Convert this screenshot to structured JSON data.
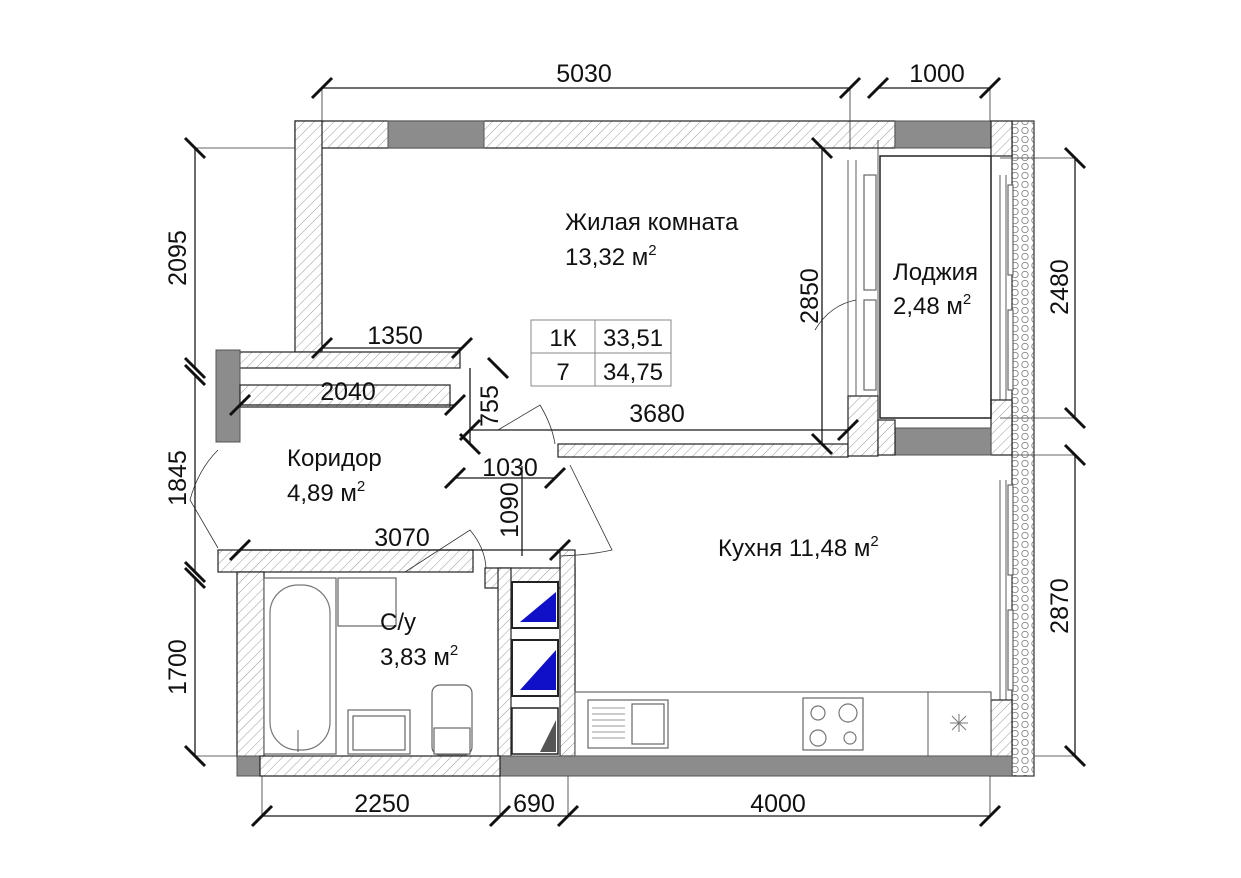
{
  "rooms": {
    "living": {
      "name": "Жилая комната",
      "area": "13,32 м",
      "sup": "2"
    },
    "loggia": {
      "name": "Лоджия",
      "area": "2,48 м",
      "sup": "2"
    },
    "corridor": {
      "name": "Коридор",
      "area": "4,89 м",
      "sup": "2"
    },
    "bathroom": {
      "name": "С/у",
      "area": "3,83 м",
      "sup": "2"
    },
    "kitchen": {
      "name": "Кухня 11,48 м",
      "sup": "2"
    }
  },
  "summary": {
    "type": "1К",
    "number": "7",
    "area_living": "33,51",
    "area_total": "34,75"
  },
  "dimensions": {
    "top_5030": "5030",
    "top_1000": "1000",
    "left_2095": "2095",
    "left_1845": "1845",
    "left_1700": "1700",
    "inner_1350": "1350",
    "inner_2040": "2040",
    "inner_755": "755",
    "inner_3680": "3680",
    "inner_2850": "2850",
    "inner_1030": "1030",
    "inner_1090": "1090",
    "inner_3070": "3070",
    "right_2480": "2480",
    "right_2870": "2870",
    "bottom_2250": "2250",
    "bottom_690": "690",
    "bottom_4000": "4000"
  },
  "colors": {
    "accent_blue": "#1010c8",
    "wall_solid": "#8c8c8c"
  }
}
